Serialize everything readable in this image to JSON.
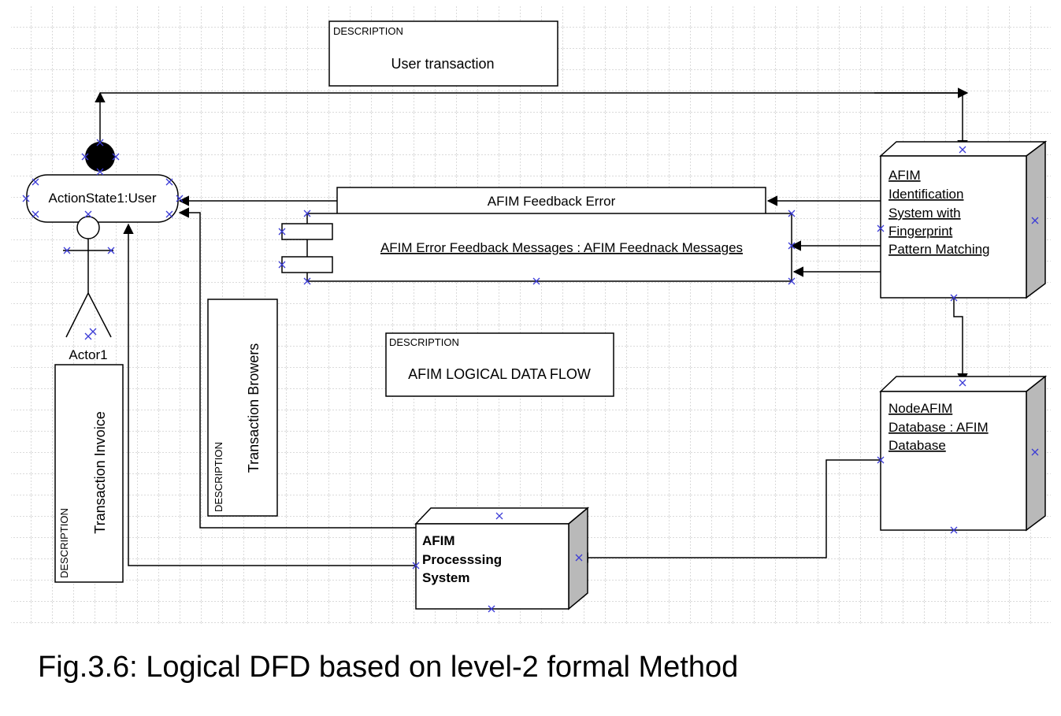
{
  "diagram": {
    "description_tag": "DESCRIPTION",
    "desc_user_transaction": {
      "tag": "DESCRIPTION",
      "text": "User transaction"
    },
    "desc_logical_flow": {
      "tag": "DESCRIPTION",
      "text": "AFIM LOGICAL DATA FLOW"
    },
    "desc_invoice": {
      "tag": "DESCRIPTION",
      "text": "Transaction Invoice"
    },
    "desc_browsers": {
      "tag": "DESCRIPTION",
      "text": "Transaction Browers"
    },
    "action_state": "ActionState1:User",
    "actor": "Actor1",
    "feedback_error": "AFIM Feedback Error",
    "feedback_messages": "AFIM Error Feedback Messages : AFIM Feednack Messages",
    "identification_node": [
      "AFIM",
      "Identification",
      "System  with",
      "Fingerprint",
      "Pattern Matching"
    ],
    "database_node": [
      "NodeAFIM",
      "Database : AFIM",
      "Database"
    ],
    "processing_node": [
      "AFIM",
      "Processsing",
      "System"
    ]
  },
  "caption": "Fig.3.6: Logical DFD based on level-2 formal Method",
  "colors": {
    "grid": "#b4b4b4",
    "line": "#000000",
    "node_side": "#b9b9b9",
    "handle": "#3b3bd6"
  }
}
